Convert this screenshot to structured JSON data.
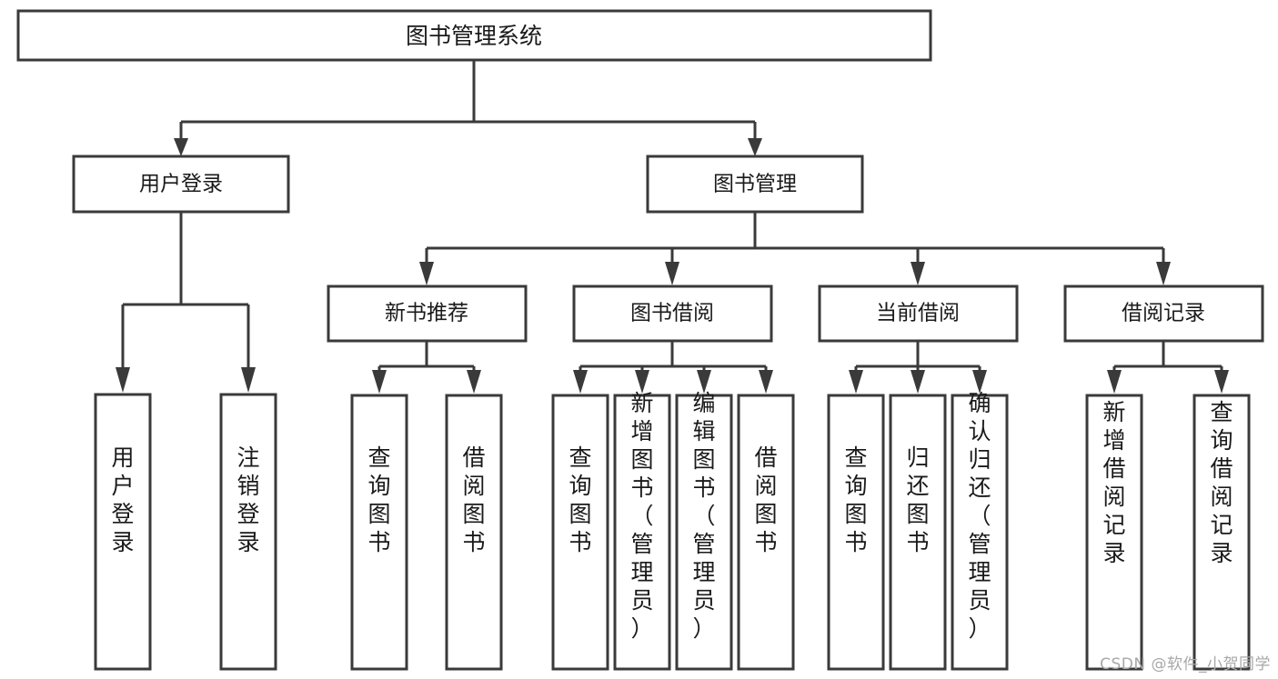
{
  "diagram": {
    "title": "图书管理系统",
    "type": "tree-hierarchy-diagram",
    "colors": {
      "stroke": "#3a3a3a",
      "fill": "#ffffff",
      "text": "#1a1a1a",
      "watermark": "#a8a8a8"
    },
    "levels": {
      "root": {
        "label": "图书管理系统"
      },
      "level2": [
        {
          "label": "用户登录"
        },
        {
          "label": "图书管理"
        }
      ],
      "level3": [
        {
          "label": "新书推荐"
        },
        {
          "label": "图书借阅"
        },
        {
          "label": "当前借阅"
        },
        {
          "label": "借阅记录"
        }
      ],
      "leaves": {
        "user_login": [
          {
            "label": "用户登录"
          },
          {
            "label": "注销登录"
          }
        ],
        "new_book_recommend": [
          {
            "label": "查询图书"
          },
          {
            "label": "借阅图书"
          }
        ],
        "book_borrow": [
          {
            "label": "查询图书"
          },
          {
            "label": "新增图书（管理员）"
          },
          {
            "label": "编辑图书（管理员）"
          },
          {
            "label": "借阅图书"
          }
        ],
        "current_borrow": [
          {
            "label": "查询图书"
          },
          {
            "label": "归还图书"
          },
          {
            "label": "确认归还（管理员）"
          }
        ],
        "borrow_records": [
          {
            "label": "新增借阅记录"
          },
          {
            "label": "查询借阅记录"
          }
        ]
      }
    },
    "watermark": "CSDN @软件_小贺同学"
  }
}
